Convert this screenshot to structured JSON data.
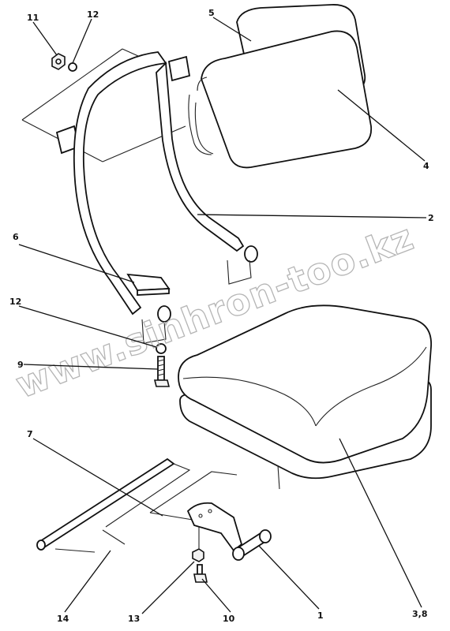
{
  "callouts": [
    {
      "id": "11",
      "label": "11"
    },
    {
      "id": "12a",
      "label": "12"
    },
    {
      "id": "5",
      "label": "5"
    },
    {
      "id": "4",
      "label": "4"
    },
    {
      "id": "2",
      "label": "2"
    },
    {
      "id": "6",
      "label": "6"
    },
    {
      "id": "12b",
      "label": "12"
    },
    {
      "id": "9",
      "label": "9"
    },
    {
      "id": "7",
      "label": "7"
    },
    {
      "id": "14",
      "label": "14"
    },
    {
      "id": "13",
      "label": "13"
    },
    {
      "id": "10",
      "label": "10"
    },
    {
      "id": "1",
      "label": "1"
    },
    {
      "id": "38",
      "label": "3,8"
    }
  ],
  "watermark": "www.sinhron-too.kz"
}
